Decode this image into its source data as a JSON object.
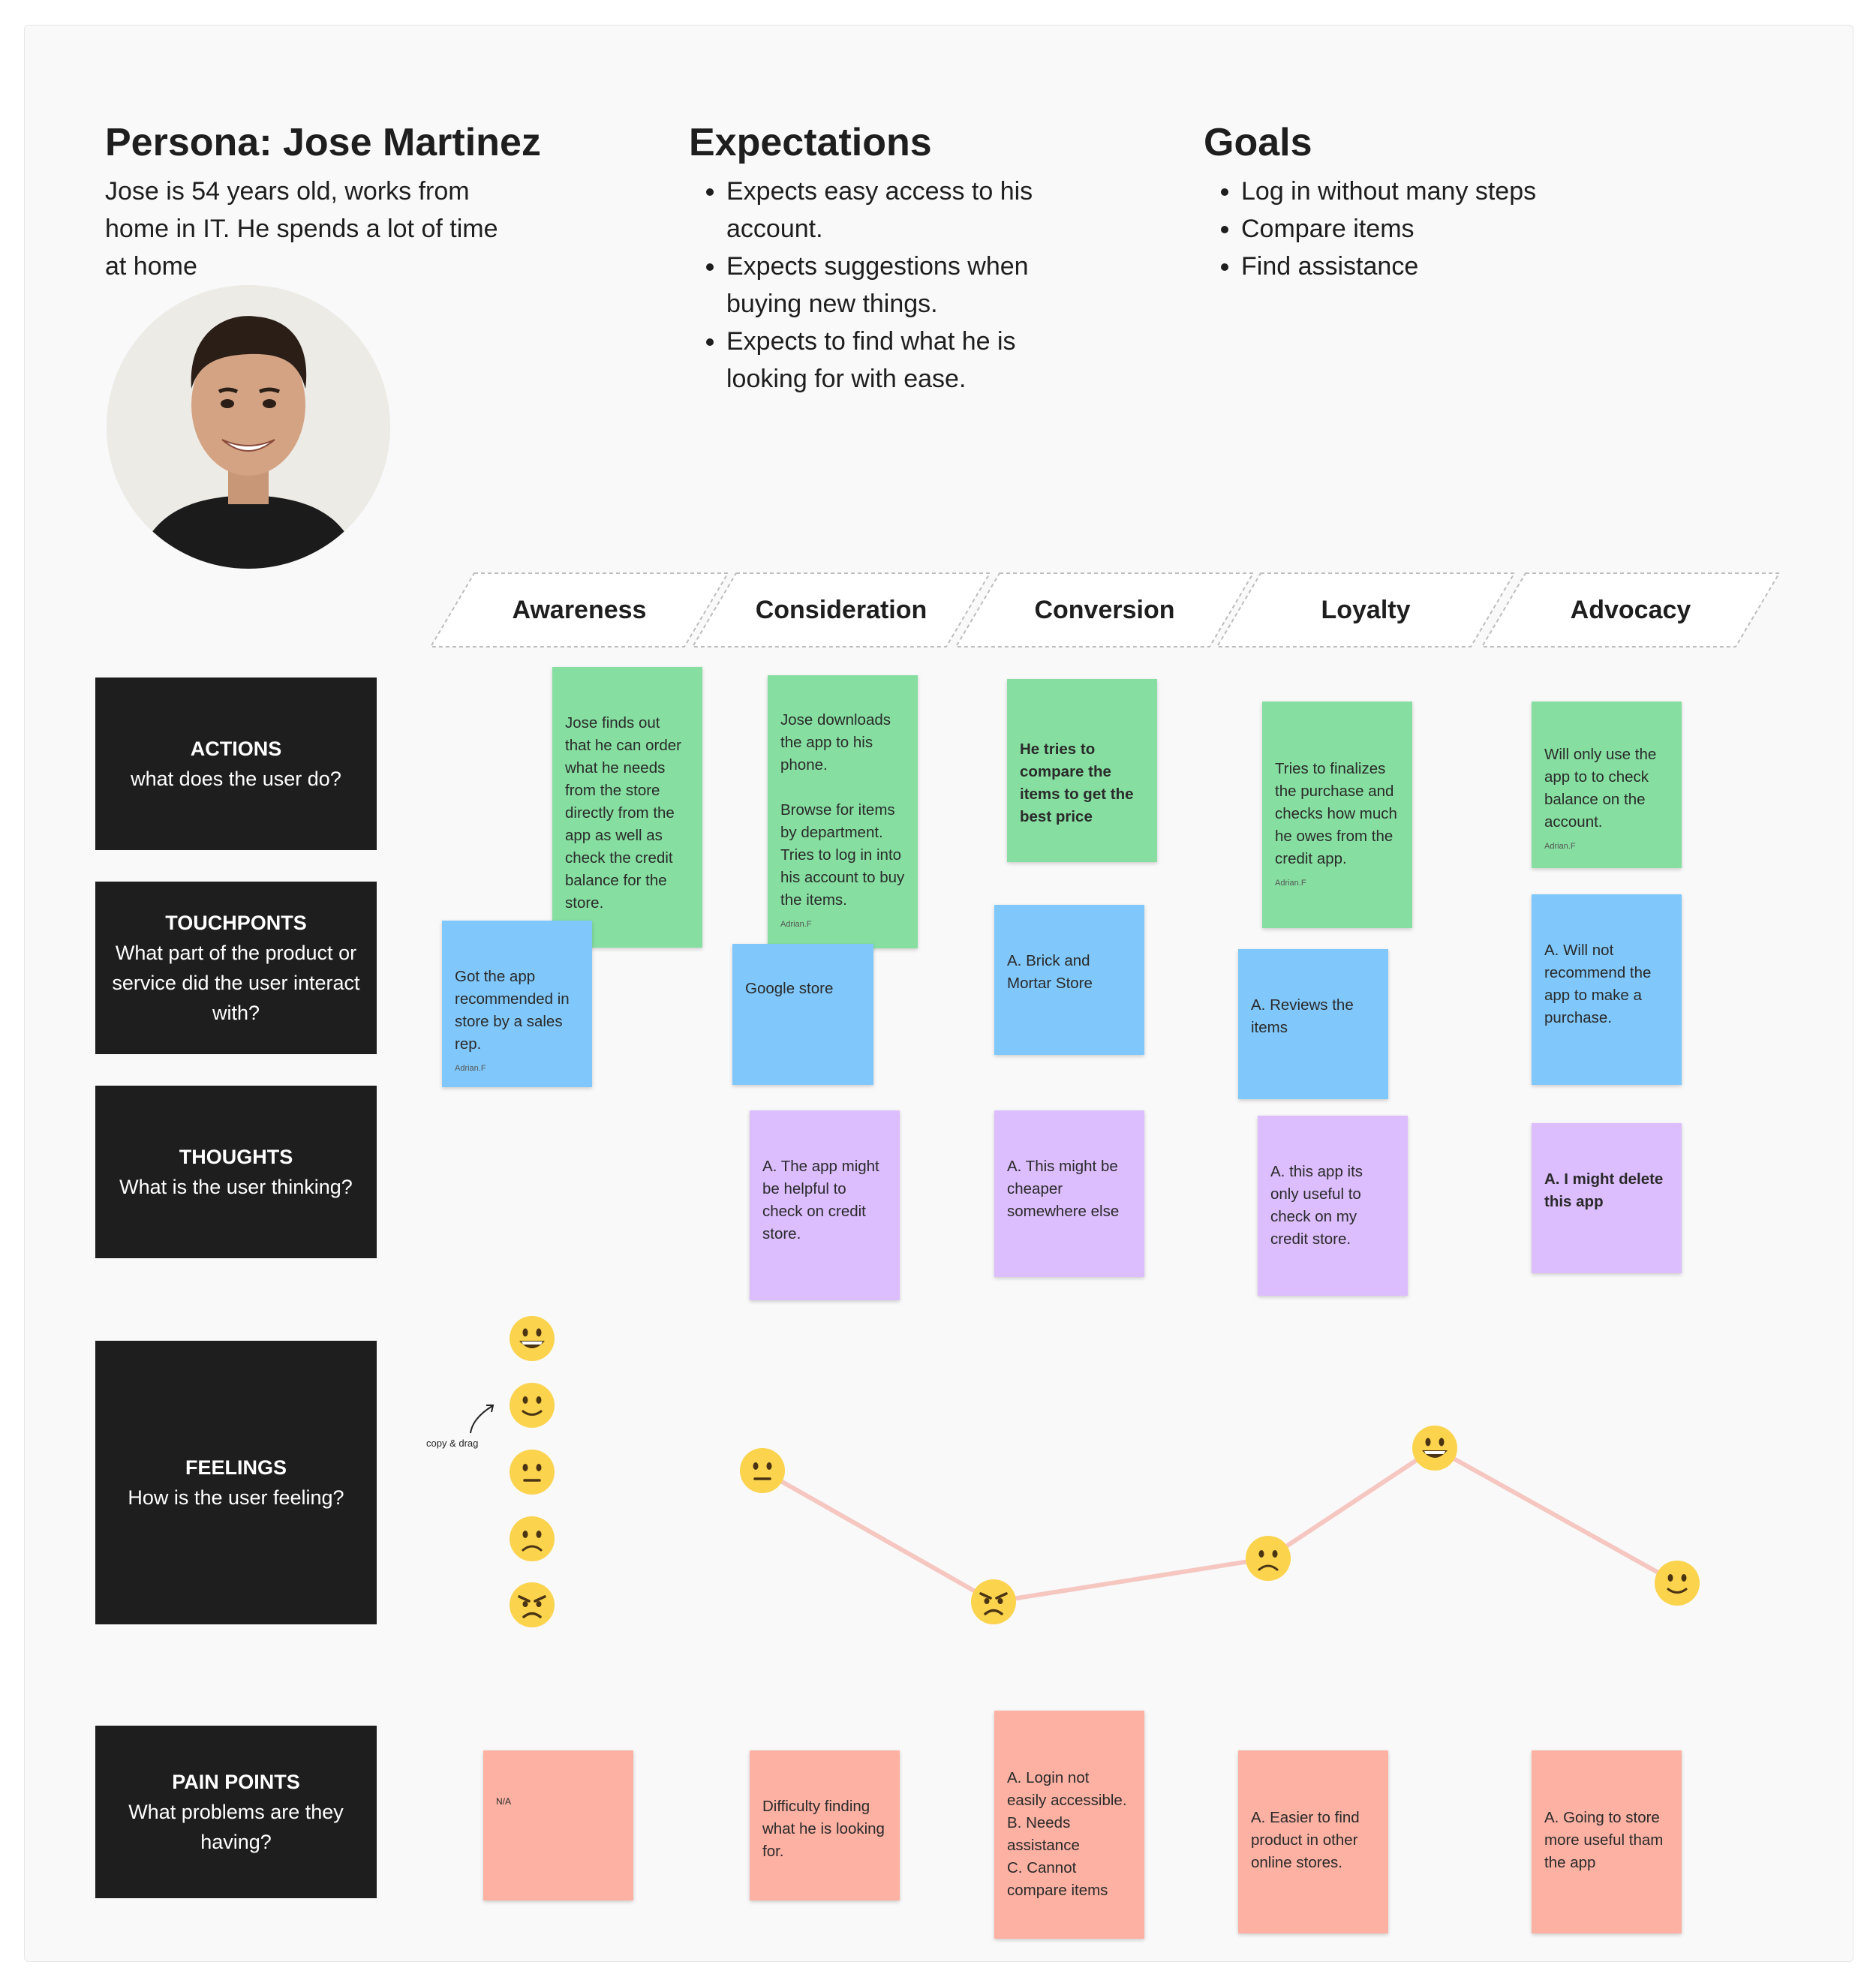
{
  "persona": {
    "title": "Persona: Jose Martinez",
    "description": "Jose is 54 years old, works from home in IT. He spends a lot of time at home"
  },
  "expectations": {
    "title": "Expectations",
    "items": [
      "Expects easy access to his account.",
      "Expects suggestions when buying new things.",
      "Expects to find what he is looking for with ease."
    ]
  },
  "goals": {
    "title": "Goals",
    "items": [
      "Log in without many steps",
      "Compare items",
      "Find assistance"
    ]
  },
  "stages": [
    "Awareness",
    "Consideration",
    "Conversion",
    "Loyalty",
    "Advocacy"
  ],
  "rows": {
    "actions": {
      "title": "ACTIONS",
      "subtitle": "what does the user do?"
    },
    "touchpoints": {
      "title": "TOUCHPONTS",
      "subtitle": "What part of the product or service did the user interact with?"
    },
    "thoughts": {
      "title": "THOUGHTS",
      "subtitle": "What is the user thinking?"
    },
    "feelings": {
      "title": "FEELINGS",
      "subtitle": "How is the user feeling?"
    },
    "pain_points": {
      "title": "PAIN POINTS",
      "subtitle": "What problems are they having?"
    }
  },
  "notes": {
    "actions": [
      {
        "text": "Jose finds out that he can order what he needs from the store directly from the app as well as check the credit balance for the store.",
        "author": ""
      },
      {
        "text": "Jose downloads the app to his phone.\n\nBrowse for items by department. Tries to log in into his account to buy the items.",
        "author": "Adrian.F"
      },
      {
        "text": "He tries to compare the items to get the best price",
        "author": ""
      },
      {
        "text": "Tries to finalizes the purchase and checks how much he owes from the credit app.",
        "author": "Adrian.F"
      },
      {
        "text": "Will only use the app to to check balance on the account.",
        "author": "Adrian.F"
      }
    ],
    "touchpoints": [
      {
        "text": "Got the app recommended in store by a sales rep.",
        "author": "Adrian.F"
      },
      {
        "text": "Google store",
        "author": ""
      },
      {
        "text": "A. Brick and Mortar Store",
        "author": ""
      },
      {
        "text": "A. Reviews the items",
        "author": ""
      },
      {
        "text": "A. Will not recommend the app to make a purchase.",
        "author": ""
      }
    ],
    "thoughts": [
      {
        "text": "A. The app might be helpful to check on credit store."
      },
      {
        "text": "A. This might be cheaper somewhere else"
      },
      {
        "text": "A. this app its only useful to check on my credit store."
      },
      {
        "text": "A. I might delete this app"
      }
    ],
    "pain_points": [
      {
        "text": "N/A"
      },
      {
        "text": "Difficulty finding what he is looking for."
      },
      {
        "text": "A. Login not easily accessible.\nB. Needs assistance\nC. Cannot compare items"
      },
      {
        "text": "A. Easier to find product in other online stores."
      },
      {
        "text": "A. Going to store more useful tham the app"
      }
    ]
  },
  "feelings": {
    "hint": "copy & drag",
    "scale_icons": [
      "grinning-face-icon",
      "slightly-smiling-face-icon",
      "neutral-face-icon",
      "slightly-frowning-face-icon",
      "angry-face-icon"
    ],
    "journey": [
      {
        "stage": "Awareness",
        "icon": "neutral-face-icon"
      },
      {
        "stage": "Consideration",
        "icon": "angry-face-icon"
      },
      {
        "stage": "Conversion",
        "icon": "slightly-frowning-face-icon"
      },
      {
        "stage": "Loyalty",
        "icon": "grinning-face-icon"
      },
      {
        "stage": "Advocacy",
        "icon": "slightly-smiling-face-icon"
      }
    ],
    "line_color": "#f5c7c0"
  },
  "colors": {
    "actions": "#86dfa1",
    "touchpoints": "#80c8fc",
    "thoughts": "#dcbdfd",
    "pain_points": "#fcb1a3",
    "row_label_bg": "#1e1e1e",
    "emoji": "#fbd34d"
  }
}
